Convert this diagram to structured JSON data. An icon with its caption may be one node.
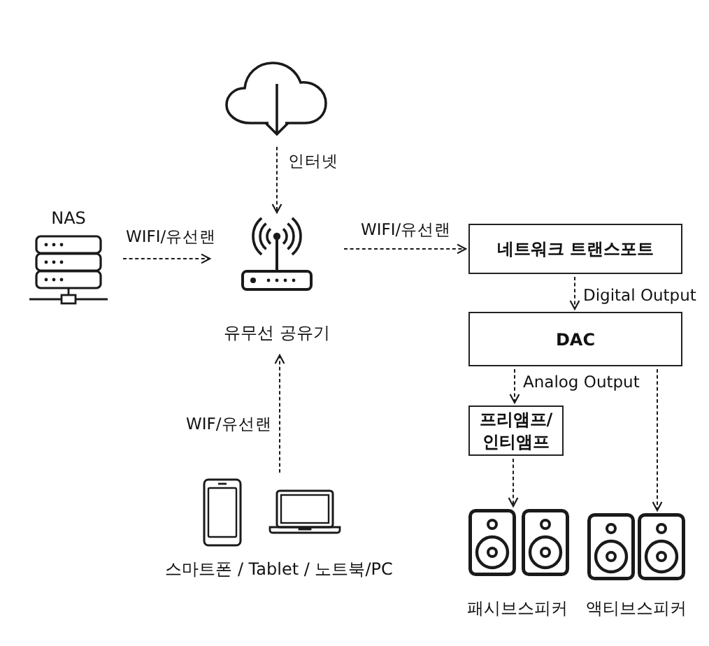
{
  "diagram": {
    "nodes": [
      {
        "text": [],
        "shape": "cloud"
      },
      {
        "text": [
          "NAS"
        ]
      },
      {
        "text": [
          "유무선 공유기"
        ]
      },
      {
        "text": [
          "네트워크 트랜스포트"
        ]
      },
      {
        "text": [
          "DAC"
        ]
      },
      {
        "text": [
          "프리앰프/ 인티앰프"
        ]
      },
      {
        "text": [
          "패시브스피커"
        ]
      },
      {
        "text": [
          "액티브스피커"
        ]
      },
      {
        "text": [
          "스마트폰 / Tablet / 노트북/PC"
        ]
      }
    ],
    "edges": [
      {
        "from": 0,
        "to": 2,
        "arrow": "to",
        "label": "인터넷",
        "style": "dashed"
      },
      {
        "from": 1,
        "to": 2,
        "arrow": "to",
        "label": "WIFI/유선랜",
        "style": "dashed"
      },
      {
        "from": 2,
        "to": 3,
        "arrow": "to",
        "label": "WIFI/유선랜",
        "style": "dashed"
      },
      {
        "from": 3,
        "to": 4,
        "arrow": "to",
        "label": "Digital Output",
        "style": "dashed"
      },
      {
        "from": 4,
        "to": 5,
        "arrow": "to",
        "label": "Analog Output",
        "style": "dashed"
      },
      {
        "from": 5,
        "to": 6,
        "arrow": "to",
        "style": "dashed"
      },
      {
        "from": 4,
        "to": 7,
        "arrow": "to",
        "style": "dashed"
      },
      {
        "from": 8,
        "to": 2,
        "arrow": "to",
        "label": "WIF/유선랜",
        "style": "dashed"
      }
    ]
  }
}
